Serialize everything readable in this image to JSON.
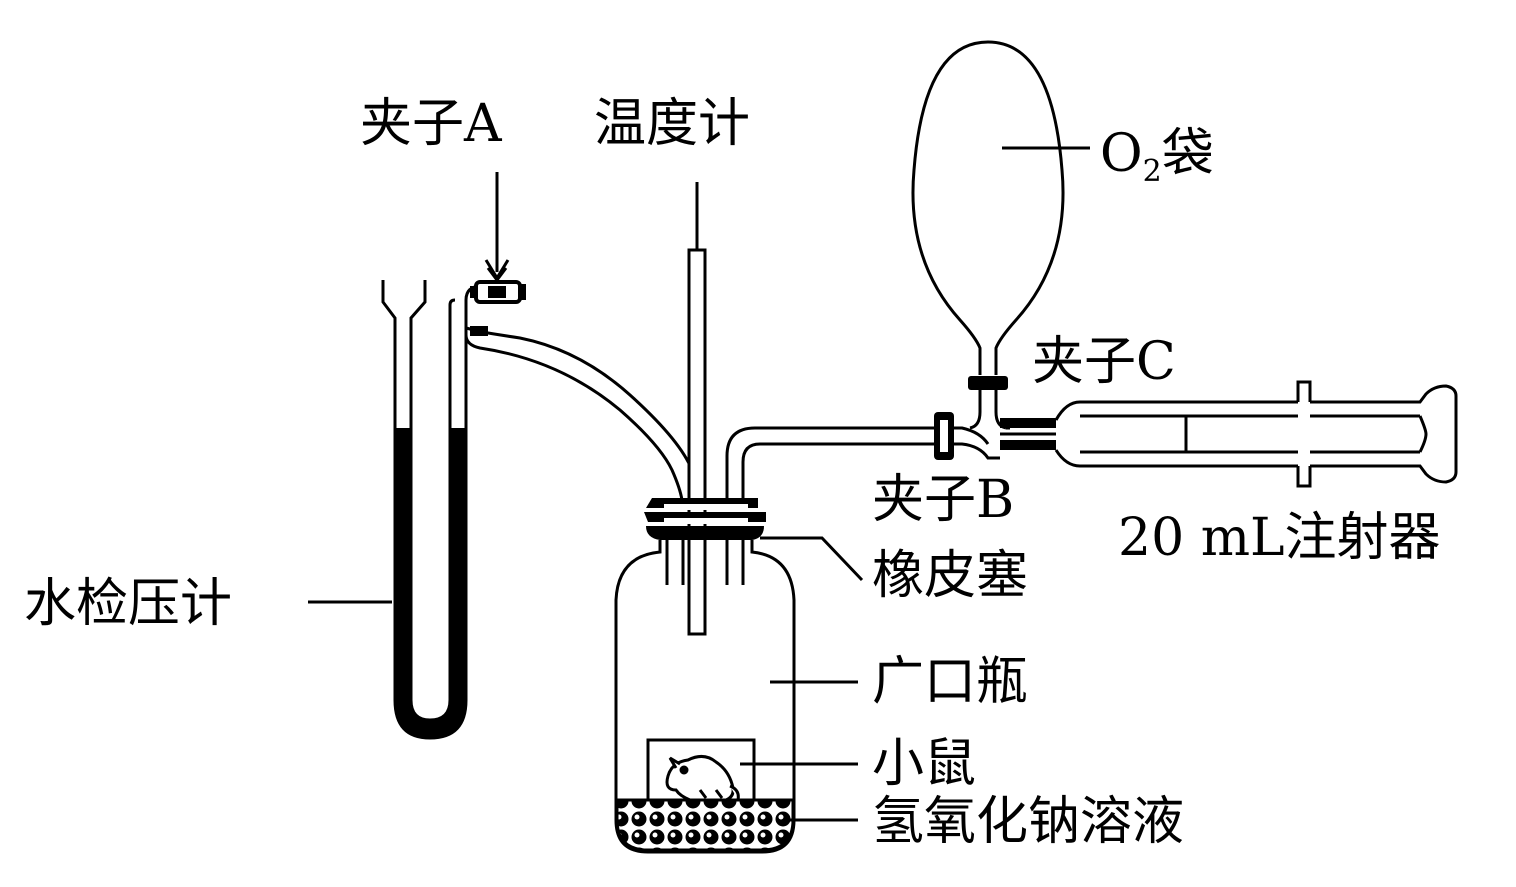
{
  "labels": {
    "clip_a": "夹子A",
    "thermometer": "温度计",
    "o2_bag_o": "O",
    "o2_bag_sub": "2",
    "o2_bag_rest": "袋",
    "clip_c": "夹子C",
    "clip_b": "夹子B",
    "syringe": "20 mL注射器",
    "stopper": "橡皮塞",
    "manometer": "水检压计",
    "jar": "广口瓶",
    "mouse": "小鼠",
    "naoh": "氢氧化钠溶液"
  },
  "colors": {
    "ink": "#000000",
    "paper": "#ffffff"
  }
}
